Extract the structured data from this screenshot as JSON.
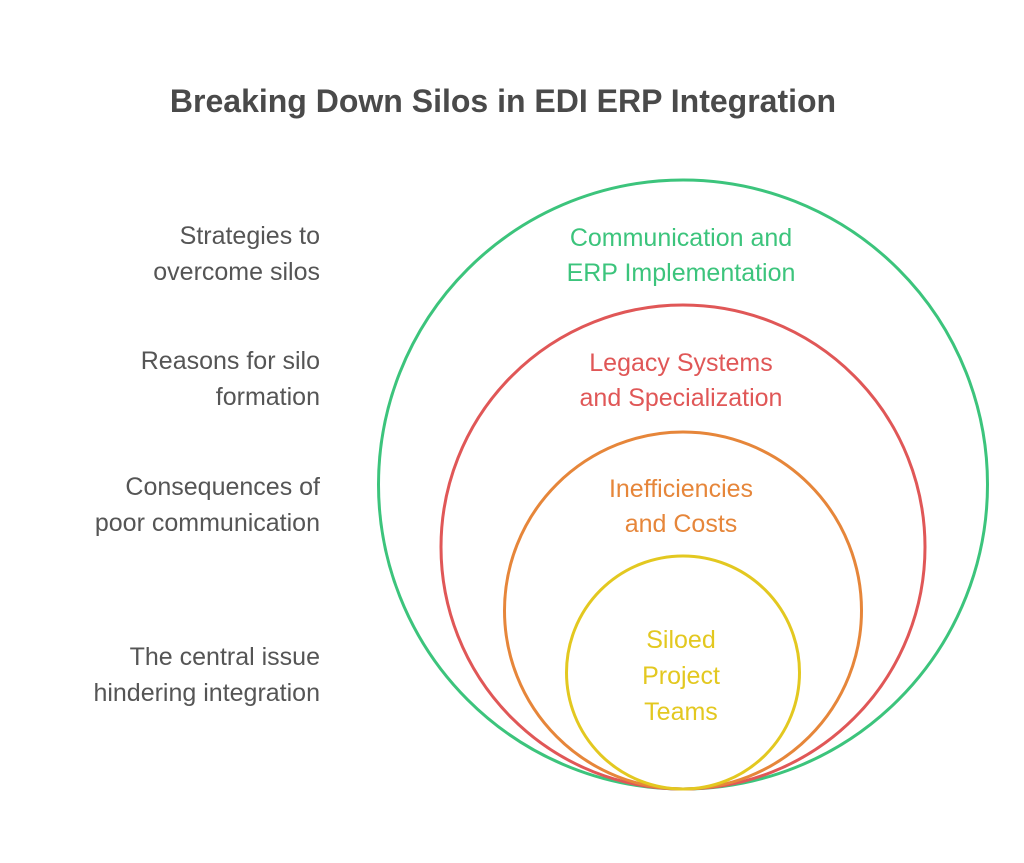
{
  "title": "Breaking Down Silos in EDI ERP Integration",
  "layers": [
    {
      "name": "outer",
      "label_lines": [
        "Communication and",
        "ERP Implementation"
      ],
      "description_lines": [
        "Strategies to",
        "overcome silos"
      ],
      "color": "#3cc47c"
    },
    {
      "name": "second",
      "label_lines": [
        "Legacy Systems",
        "and Specialization"
      ],
      "description_lines": [
        "Reasons for silo",
        "formation"
      ],
      "color": "#e05757"
    },
    {
      "name": "third",
      "label_lines": [
        "Inefficiencies",
        "and Costs"
      ],
      "description_lines": [
        "Consequences of",
        "poor communication"
      ],
      "color": "#e6863a"
    },
    {
      "name": "core",
      "label_lines": [
        "Siloed",
        "Project",
        "Teams"
      ],
      "description_lines": [
        "The central issue",
        "hindering integration"
      ],
      "color": "#e3c820"
    }
  ]
}
